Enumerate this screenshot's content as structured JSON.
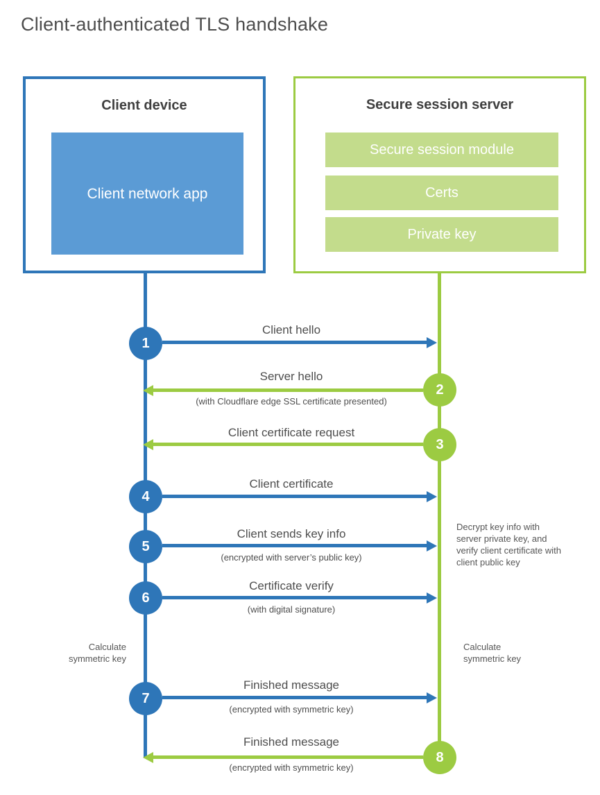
{
  "title": "Client-authenticated TLS handshake",
  "colors": {
    "blue": "#2e76b8",
    "blue_light": "#5b9bd5",
    "green": "#9ccb42",
    "green_light": "#c3dc8c"
  },
  "client_box": {
    "title": "Client device",
    "app_label": "Client network app"
  },
  "server_box": {
    "title": "Secure session server",
    "modules": [
      "Secure session module",
      "Certs",
      "Private key"
    ]
  },
  "steps": [
    {
      "num": "1",
      "actor": "client",
      "direction": "right",
      "label": "Client hello",
      "sublabel": ""
    },
    {
      "num": "2",
      "actor": "server",
      "direction": "left",
      "label": "Server hello",
      "sublabel": "(with Cloudflare edge SSL certificate presented)"
    },
    {
      "num": "3",
      "actor": "server",
      "direction": "left",
      "label": "Client certificate request",
      "sublabel": ""
    },
    {
      "num": "4",
      "actor": "client",
      "direction": "right",
      "label": "Client certificate",
      "sublabel": ""
    },
    {
      "num": "5",
      "actor": "client",
      "direction": "right",
      "label": "Client sends key info",
      "sublabel": "(encrypted with server’s public key)"
    },
    {
      "num": "6",
      "actor": "client",
      "direction": "right",
      "label": "Certificate verify",
      "sublabel": "(with digital signature)"
    },
    {
      "num": "7",
      "actor": "client",
      "direction": "right",
      "label": "Finished message",
      "sublabel": "(encrypted with symmetric key)"
    },
    {
      "num": "8",
      "actor": "server",
      "direction": "left",
      "label": "Finished message",
      "sublabel": "(encrypted with symmetric key)"
    }
  ],
  "notes": {
    "left_calculate": "Calculate symmetric key",
    "right_decrypt": "Decrypt key info with server private key, and verify client certificate with client public key",
    "right_calculate": "Calculate symmetric key"
  }
}
